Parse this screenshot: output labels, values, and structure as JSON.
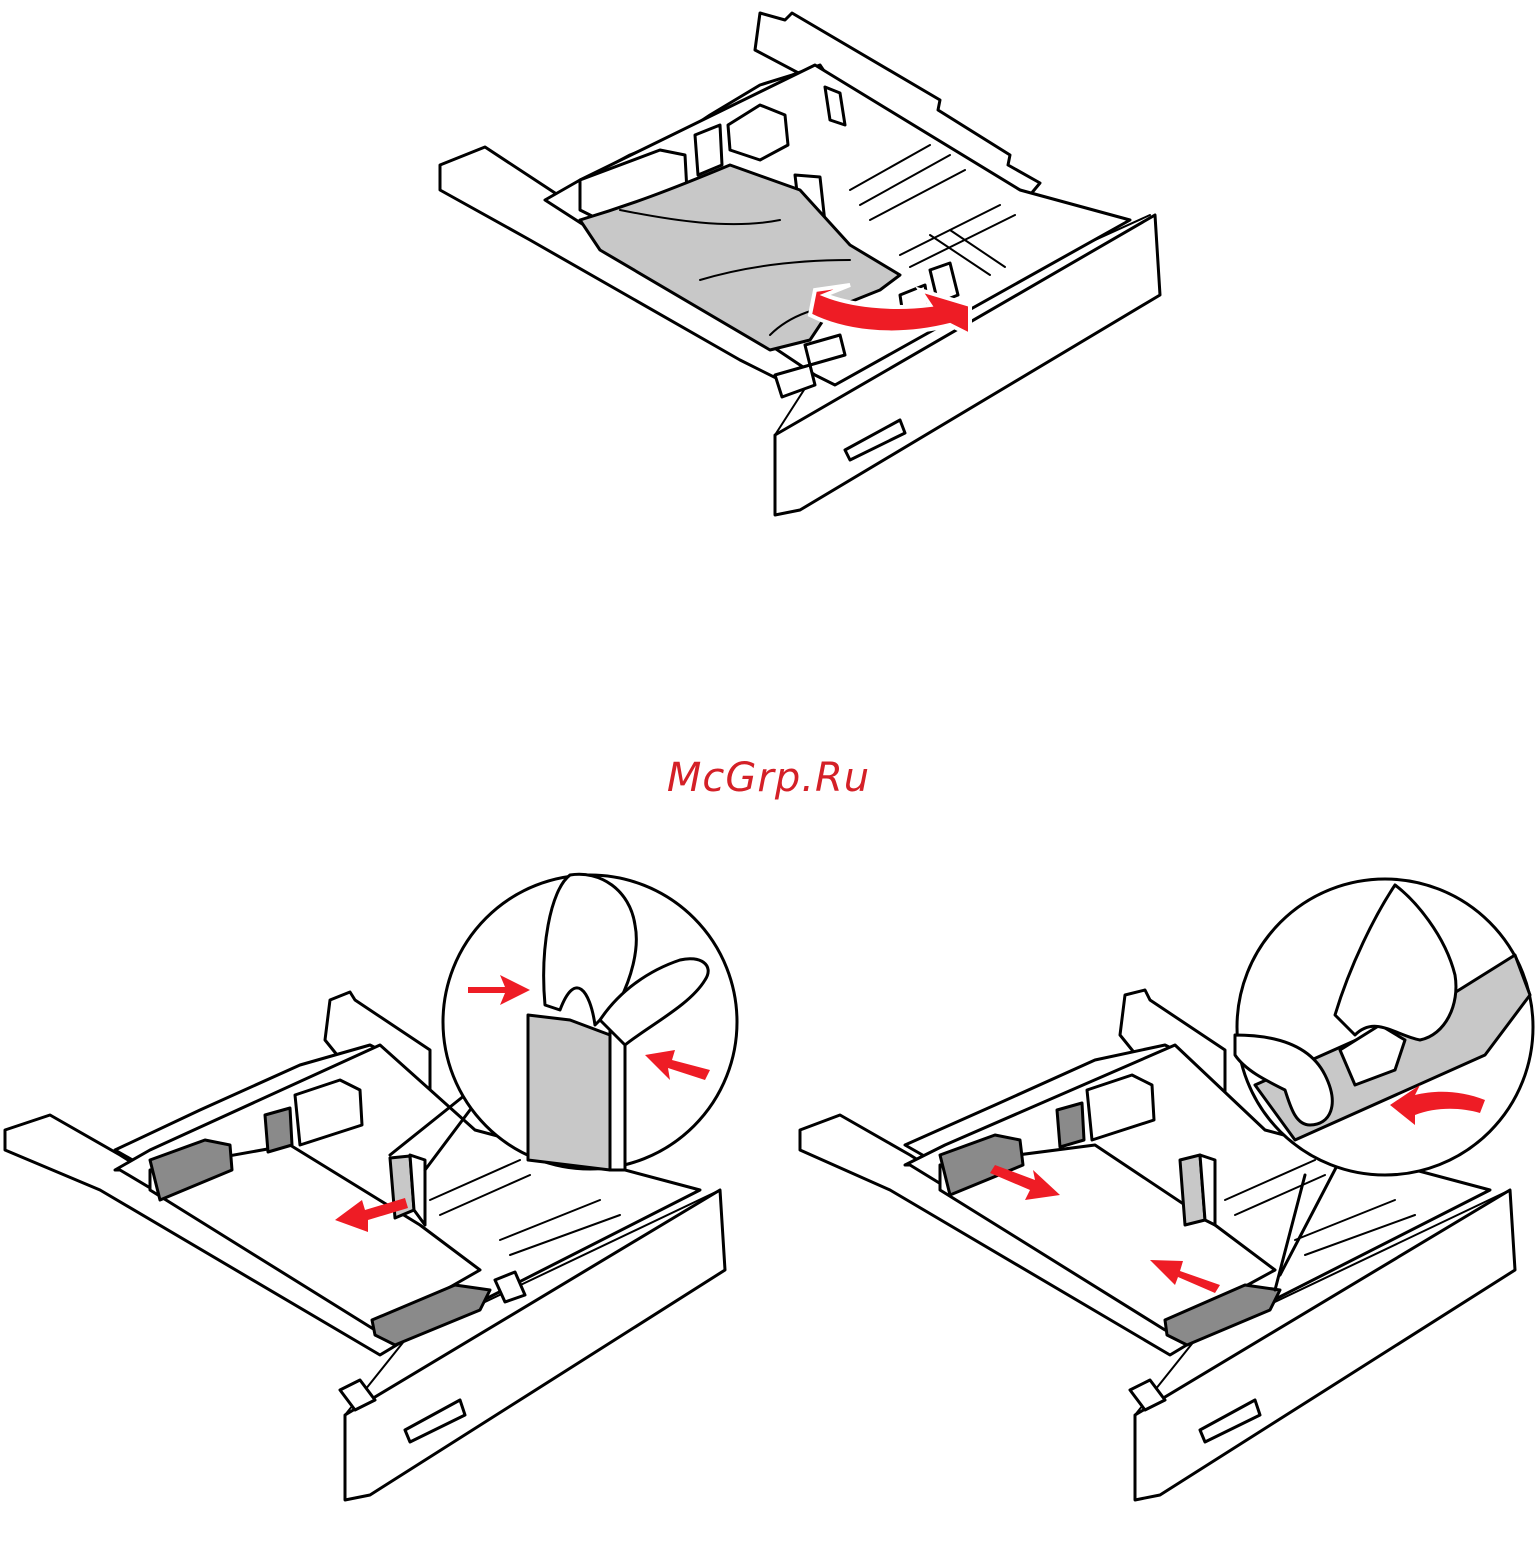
{
  "watermark": {
    "text": "McGrp.Ru",
    "color": "#d42027"
  },
  "colors": {
    "arrow": "#ee1c25",
    "paper": "#c8c8c8",
    "line": "#000000"
  },
  "figures": [
    {
      "id": "remove-paper",
      "icon": "paper-tray-icon",
      "arrows": [
        "out-arrow"
      ]
    },
    {
      "id": "adjust-width-guide",
      "icon": "paper-tray-icon",
      "arrows": [
        "squeeze-arrow-left",
        "squeeze-arrow-right",
        "slide-arrow"
      ]
    },
    {
      "id": "adjust-length-guide",
      "icon": "paper-tray-icon",
      "arrows": [
        "release-arrow",
        "slide-arrow-out",
        "slide-arrow-in"
      ]
    }
  ]
}
